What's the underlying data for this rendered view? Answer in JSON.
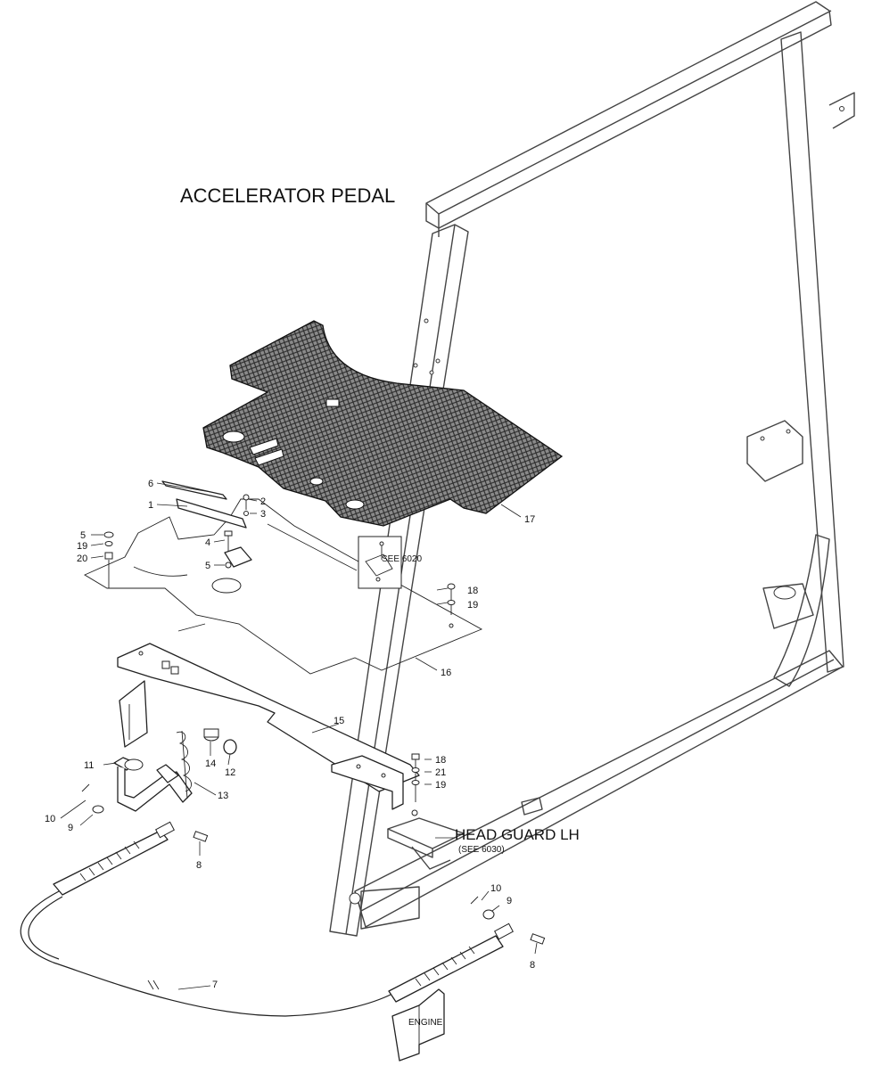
{
  "title": "ACCELERATOR PEDAL",
  "callouts": {
    "head_guard": "HEAD GUARD LH",
    "head_guard_ref": "(SEE 6030)",
    "see_ref": "SEE 6020",
    "engine": "ENGINE"
  },
  "part_numbers": {
    "n1": "1",
    "n2": "2",
    "n3": "3",
    "n4": "4",
    "n5a": "5",
    "n5b": "5",
    "n6": "6",
    "n7": "7",
    "n8a": "8",
    "n8b": "8",
    "n9a": "9",
    "n9b": "9",
    "n10a": "10",
    "n10b": "10",
    "n11": "11",
    "n12": "12",
    "n13": "13",
    "n14": "14",
    "n15": "15",
    "n16": "16",
    "n17": "17",
    "n18a": "18",
    "n18b": "18",
    "n19a": "19",
    "n19b": "19",
    "n19c": "19",
    "n20": "20",
    "n21": "21"
  }
}
